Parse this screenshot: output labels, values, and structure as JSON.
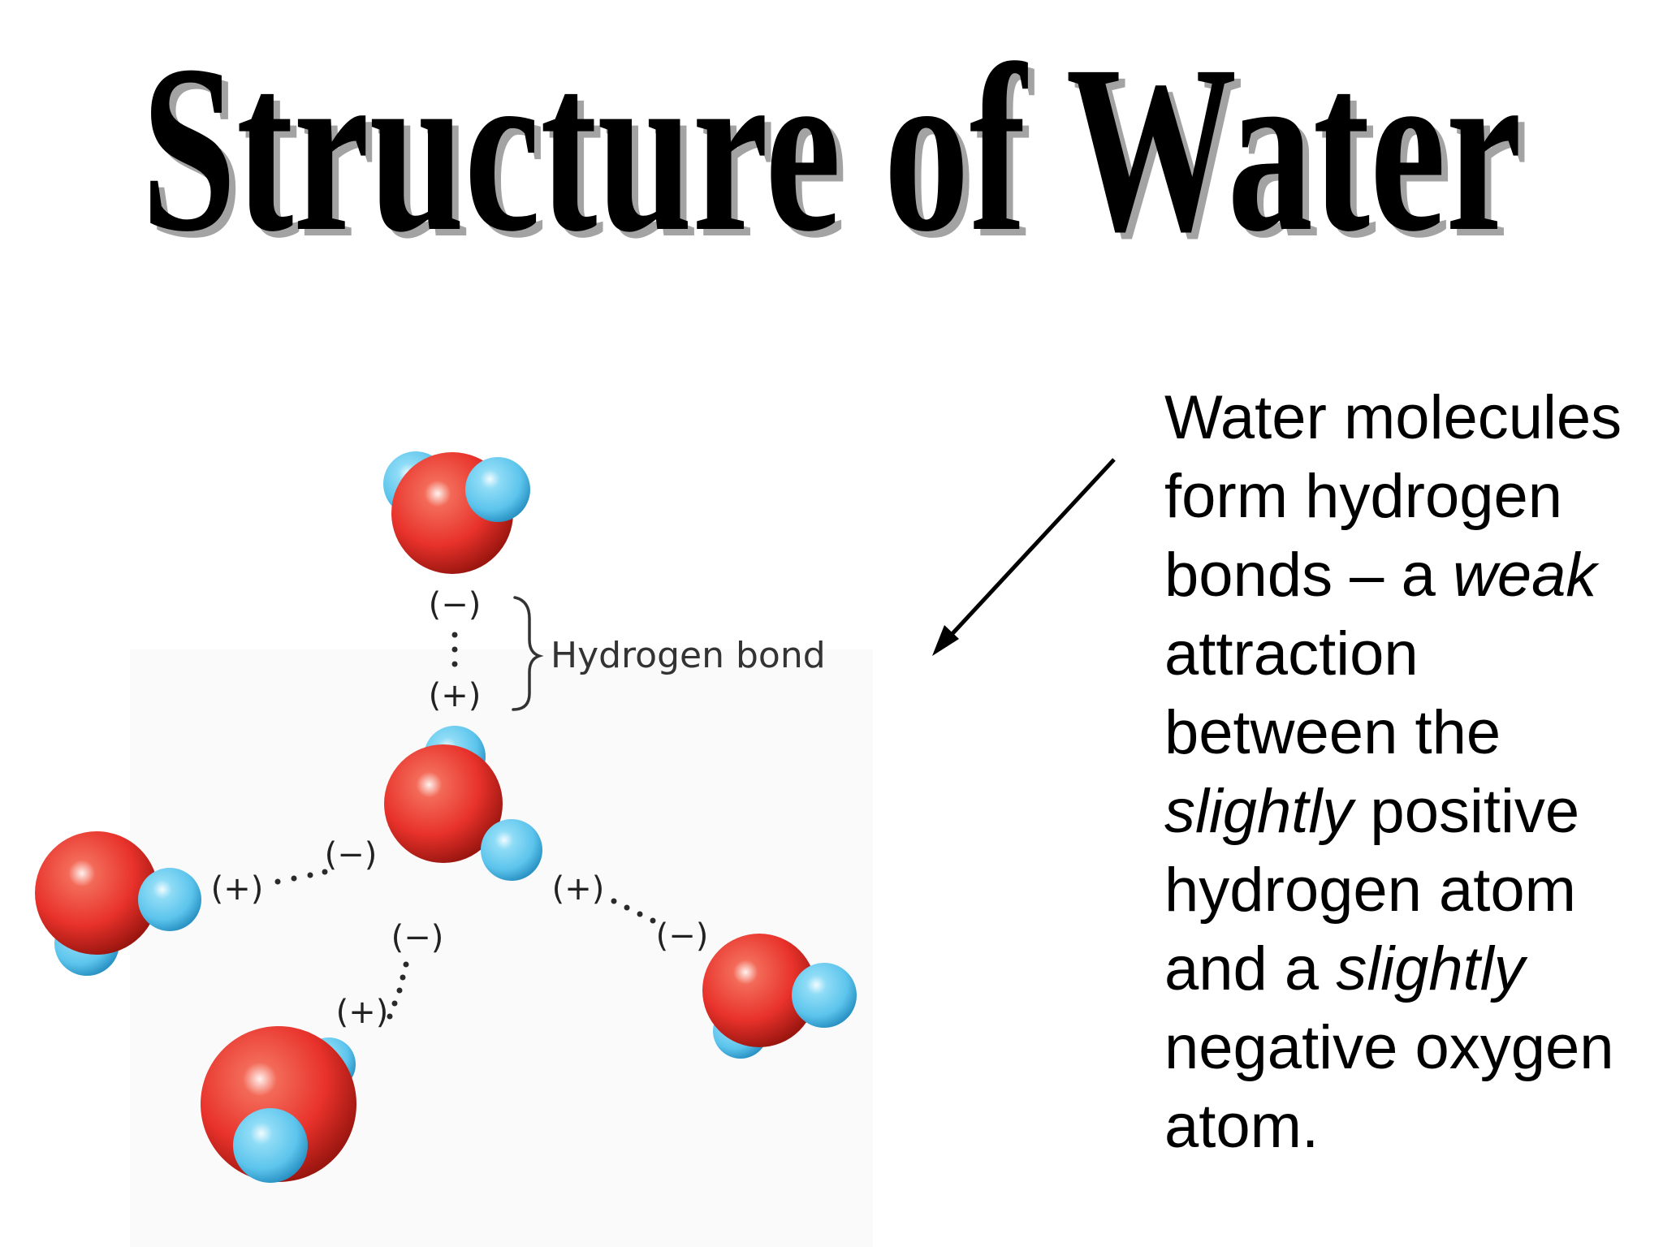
{
  "slide": {
    "title": "Structure of Water",
    "description": [
      [
        {
          "text": "Water molecules"
        }
      ],
      [
        {
          "text": "form hydrogen"
        }
      ],
      [
        {
          "text": "bonds – a "
        },
        {
          "text": "weak",
          "italic": true
        }
      ],
      [
        {
          "text": "attraction"
        }
      ],
      [
        {
          "text": "between the"
        }
      ],
      [
        {
          "text": "slightly",
          "italic": true
        },
        {
          "text": " positive"
        }
      ],
      [
        {
          "text": "hydrogen atom"
        }
      ],
      [
        {
          "text": "and a "
        },
        {
          "text": "slightly",
          "italic": true
        }
      ],
      [
        {
          "text": "negative oxygen"
        }
      ],
      [
        {
          "text": "atom."
        }
      ]
    ]
  },
  "diagram": {
    "bond_label": "Hydrogen bond",
    "charges": {
      "top_negative": "(−)",
      "top_positive": "(+)",
      "left_positive": "(+)",
      "left_negative": "(−)",
      "right_positive": "(+)",
      "right_negative": "(−)",
      "bottom_negative": "(−)",
      "bottom_positive": "(+)"
    },
    "colors": {
      "oxygen": "#e8322b",
      "hydrogen": "#5cc4ec",
      "text": "#222222"
    }
  }
}
